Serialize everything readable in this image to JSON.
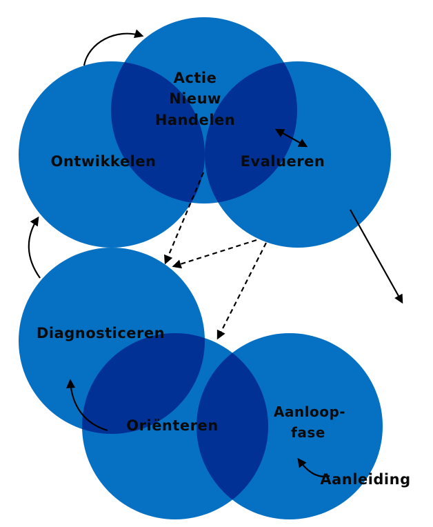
{
  "colors": {
    "circle_fill": "#0670c3",
    "arrow": "#000000",
    "text": "#0a0a0a"
  },
  "labels": {
    "actie_line1": "Actie",
    "actie_line2": "Nieuw",
    "actie_line3": "Handelen",
    "ontwikkelen": "Ontwikkelen",
    "evalueren": "Evalueren",
    "diagnosticeren": "Diagnosticeren",
    "orienteren": "Oriënteren",
    "aanloop_line1": "Aanloop-",
    "aanloop_line2": "fase",
    "aanleiding": "Aanleiding"
  }
}
